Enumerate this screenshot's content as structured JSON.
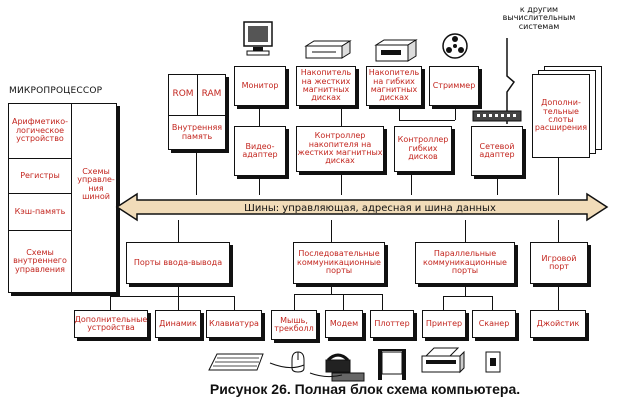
{
  "caption": "Рисунок 26. Полная блок схема компьютера.",
  "bus": "Шины: управляющая, адресная и шина данных",
  "remote_systems": "к другим вычислительным системам",
  "microprocessor": {
    "title": "МИКРОПРОЦЕССОР",
    "alu": "Арифметико-логическое устройство",
    "registers": "Регистры",
    "cache": "Кэш-память",
    "control": "Схемы внутреннего управления",
    "control_circuits": "Схемы управле-ния шиной"
  },
  "memory": {
    "rom": "ROM",
    "ram": "RAM",
    "internal": "Внутренняя память"
  },
  "top_devices": {
    "monitor": "Монитор",
    "hdd": "Накопитель на жестких магнитных дисках",
    "fdd": "Накопитель на гибких магнитных дисках",
    "streamer": "Стриммер",
    "extra_slots": "Дополни-тельные слоты расширения"
  },
  "controllers": {
    "video": "Видео-адаптер",
    "hdd_ctrl": "Контроллер накопителя на жестких магнитных дисках",
    "fdd_ctrl": "Контроллер гибких дисков",
    "network": "Сетевой адаптер"
  },
  "ports": {
    "io": "Порты ввода-вывода",
    "serial": "Последовательные коммуникационные порты",
    "parallel": "Параллельные коммуникационные порты",
    "game": "Игровой порт"
  },
  "devices": {
    "extra": "Дополнительные устройства",
    "speaker": "Динамик",
    "keyboard": "Клавиатура",
    "mouse": "Мышь, трекболл",
    "modem": "Модем",
    "plotter": "Плоттер",
    "printer": "Принтер",
    "scanner": "Сканер",
    "joystick": "Джойстик"
  }
}
